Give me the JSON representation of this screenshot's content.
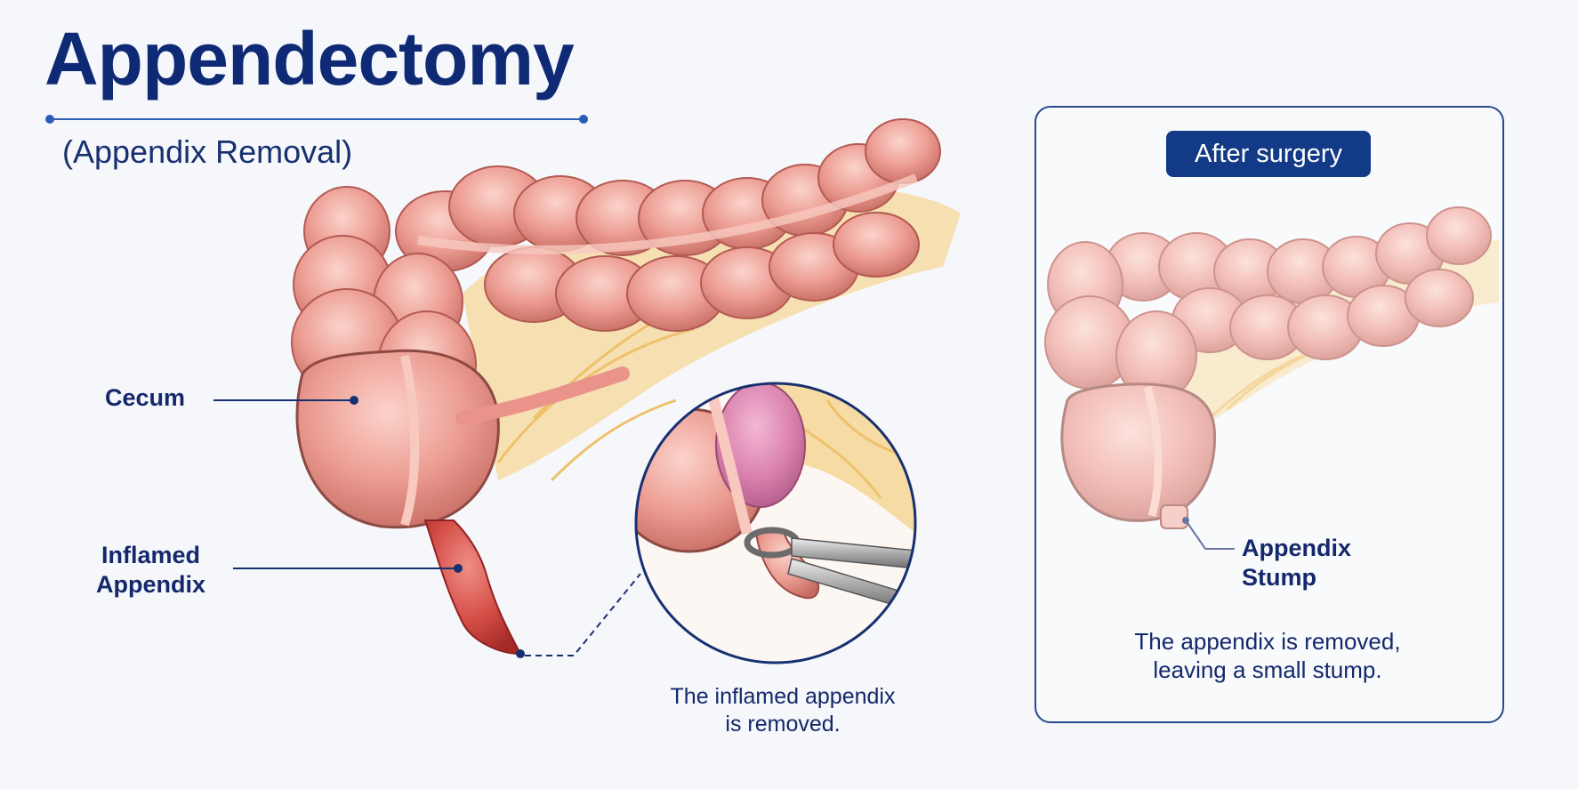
{
  "header": {
    "title": "Appendectomy",
    "subtitle": "(Appendix Removal)"
  },
  "labels": {
    "cecum": "Cecum",
    "inflamed_appendix_line1": "Inflamed",
    "inflamed_appendix_line2": "Appendix",
    "zoom_caption_line1": "The inflamed appendix",
    "zoom_caption_line2": "is removed."
  },
  "after_panel": {
    "badge": "After surgery",
    "stump_label_line1": "Appendix",
    "stump_label_line2": "Stump",
    "caption_line1": "The appendix is removed,",
    "caption_line2": "leaving a small stump."
  },
  "colors": {
    "navy": "#0f2a74",
    "accent_blue": "#2b5bb5",
    "colon_pink": "#e9938a",
    "colon_dark": "#b85a52",
    "inflamed_red": "#cf3f3a",
    "mesentery_yellow": "#f6dca4"
  }
}
